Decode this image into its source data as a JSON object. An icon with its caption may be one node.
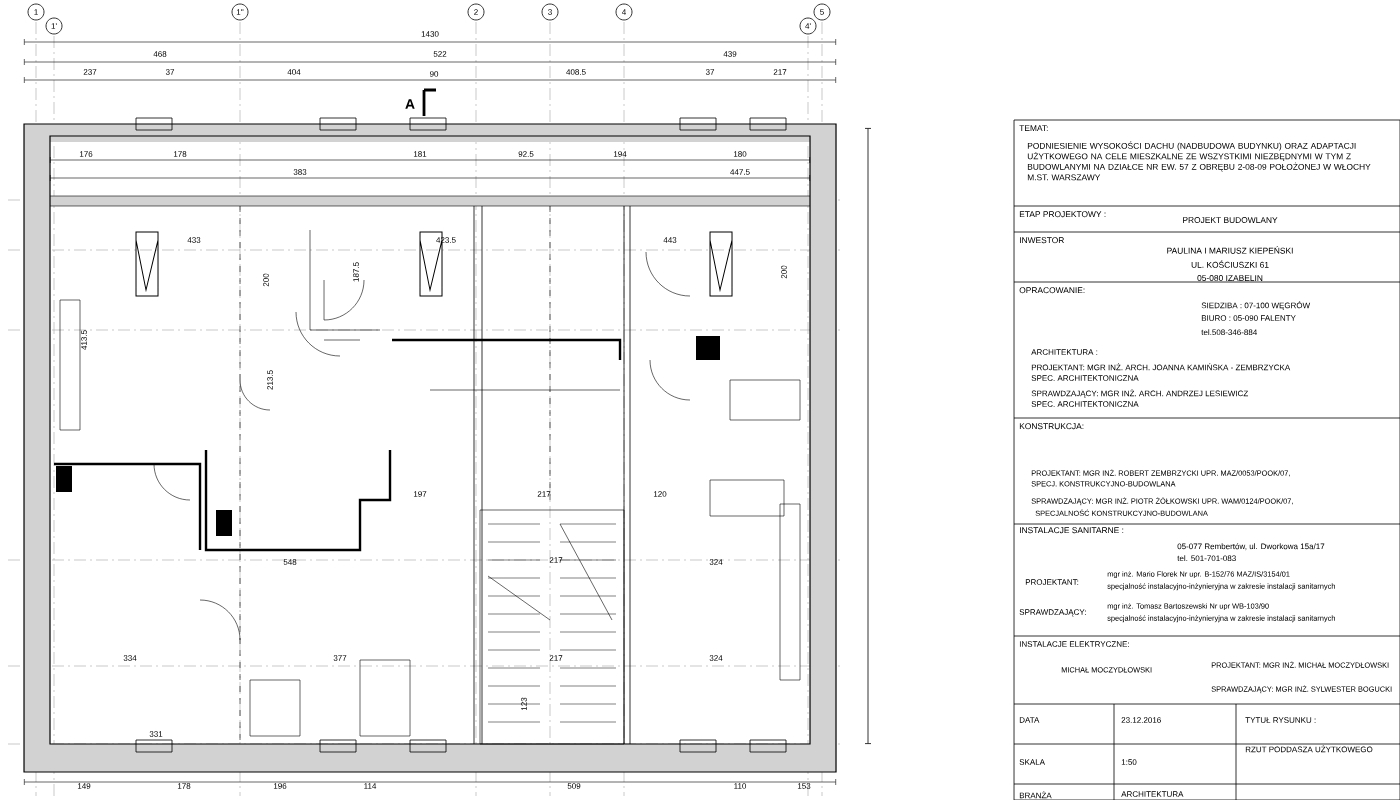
{
  "diagram": {
    "labels": [
      "1",
      "1'",
      "1''",
      "2",
      "3",
      "4",
      "4'",
      "5",
      "1430",
      "468",
      "522",
      "439",
      "237",
      "37",
      "404",
      "90",
      "408.5",
      "37",
      "217",
      "A",
      "176",
      "178",
      "383",
      "181",
      "92.5",
      "194",
      "180",
      "447.5",
      "433",
      "423.5",
      "443",
      "413.5",
      "200",
      "187.5",
      "200",
      "213.5",
      "548",
      "197",
      "217",
      "120",
      "217",
      "324",
      "334",
      "377",
      "217",
      "324",
      "331",
      "123",
      "149",
      "178",
      "196",
      "114",
      "509",
      "110",
      "153",
      "TEMAT:",
      "PODNIESIENIE WYSOKOŚCI DACHU (NADBUDOWA BUDYNKU) ORAZ ADAPTACJI UŻYTKOWEGO NA CELE MIESZKALNE ZE WSZYSTKIMI NIEZBĘDNYMI W TYM Z BUDOWLANYMI NA DZIAŁCE NR EW. 57 Z OBRĘBU 2-08-09 POŁOŻONEJ W WŁOCHY M.ST. WARSZAWY",
      "ETAP PROJEKTOWY :",
      "PROJEKT BUDOWLANY",
      "INWESTOR",
      "PAULINA I MARIUSZ KIEPEŃSKI",
      "UL. KOŚCIUSZKI 61",
      "05-080 IZABELIN",
      "OPRACOWANIE:",
      "SIEDZIBA : 07-100 WĘGRÓW",
      "BIURO : 05-090 FALENTY",
      "tel.508-346-884",
      "ARCHITEKTURA :",
      "PROJEKTANT: MGR INŻ. ARCH. JOANNA KAMIŃSKA - ZEMBRZYCKA",
      "SPEC. ARCHITEKTONICZNA",
      "SPRAWDZAJĄCY: MGR INŻ. ARCH. ANDRZEJ LESIEWICZ",
      "SPEC. ARCHITEKTONICZNA",
      "KONSTRUKCJA:",
      "PROJEKTANT: MGR INŻ. ROBERT ZEMBRZYCKI UPR. MAZ/0053/POOK/07,",
      "SPECJ. KONSTRUKCYJNO-BUDOWLANA",
      "SPRAWDZAJĄCY: MGR INŻ. PIOTR ŻÓŁKOWSKI UPR. WAM/0124/POOK/07,",
      "SPECJALNOŚĆ KONSTRUKCYJNO-BUDOWLANA",
      "INSTALACJE SANITARNE :",
      "05-077 Rembertów, ul. Dworkowa 15a/17",
      "tel. 501-701-083",
      "PROJEKTANT:",
      "mgr inż. Mario Florek Nr upr. B-152/76 MAZ/IS/3154/01",
      "specjalność instalacyjno-inżynieryjna w zakresie instalacji sanitarnych",
      "SPRAWDZAJĄCY:",
      "mgr inż. Tomasz Bartoszewski Nr upr WB-103/90",
      "specjalność instalacyjno-inżynieryjna w zakresie instalacji sanitarnych",
      "INSTALACJE ELEKTRYCZNE:",
      "MICHAŁ MOCZYDŁOWSKI",
      "PROJEKTANT: MGR INŻ. MICHAŁ MOCZYDŁOWSKI",
      "SPRAWDZAJĄCY: MGR INŻ. SYLWESTER BOGUCKI",
      "DATA",
      "23.12.2016",
      "TYTUŁ RYSUNKU :",
      "SKALA",
      "1:50",
      "RZUT PODDASZA UŻYTKOWEGO",
      "BRANŻA",
      "ARCHITEKTURA"
    ]
  }
}
